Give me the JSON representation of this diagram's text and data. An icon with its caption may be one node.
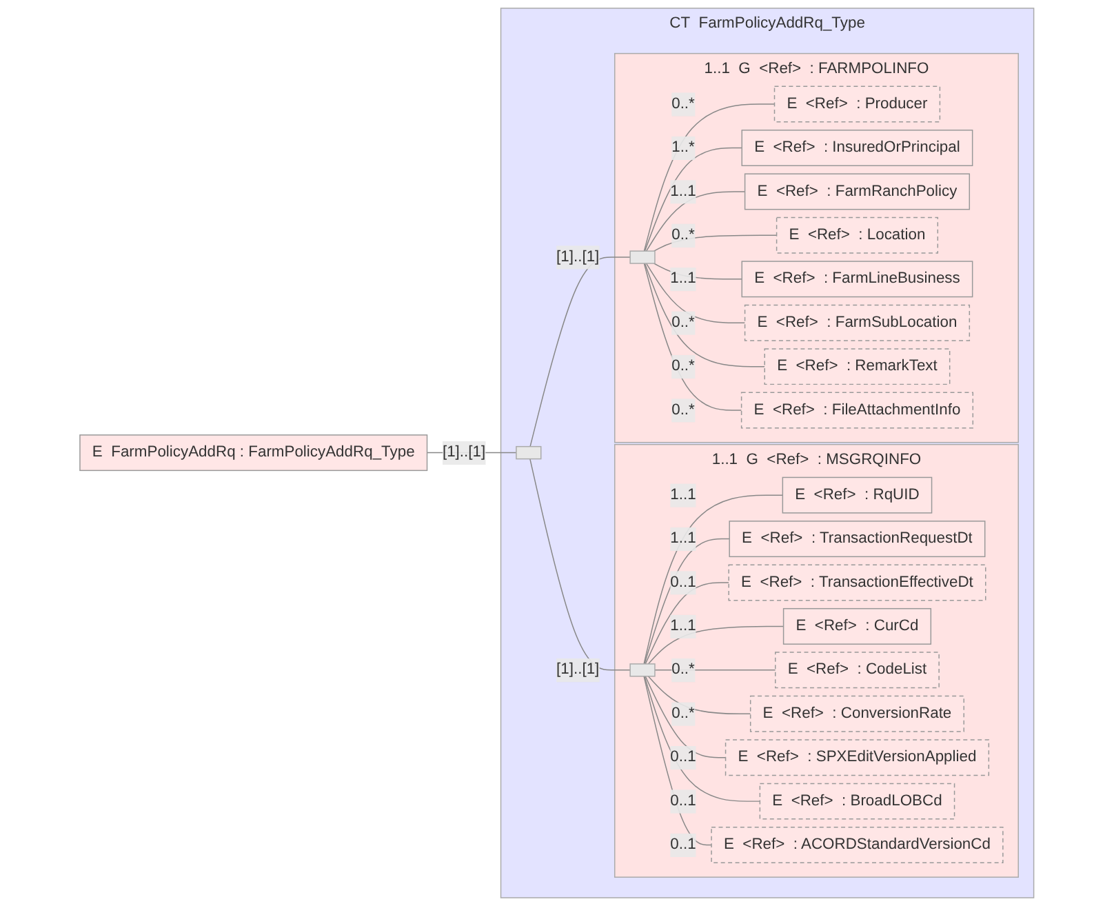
{
  "diagram": {
    "nodes": [
      {
        "text": [
          "E",
          "FarmPolicyAddRq : FarmPolicyAddRq_Type"
        ]
      },
      {
        "text": [
          "CT",
          "FarmPolicyAddRq_Type"
        ]
      },
      {
        "text": [],
        "shape": "bar",
        "in": 1
      },
      {
        "text": [
          "G",
          "<Ref>",
          ": MSGRQINFO"
        ],
        "beside": [
          "1..1"
        ],
        "in": 1
      },
      {
        "text": [],
        "shape": "bar",
        "in": 3
      },
      {
        "text": [
          "E",
          "<Ref>",
          ": RqUID"
        ],
        "in": 3
      },
      {
        "text": [
          "E",
          "<Ref>",
          ": TransactionRequestDt"
        ],
        "in": 3
      },
      {
        "text": [
          "E",
          "<Ref>",
          ": TransactionEffectiveDt"
        ],
        "in": 3
      },
      {
        "text": [
          "E",
          "<Ref>",
          ": CurCd"
        ],
        "in": 3
      },
      {
        "text": [
          "E",
          "<Ref>",
          ": CodeList"
        ],
        "in": 3
      },
      {
        "text": [
          "E",
          "<Ref>",
          ": ConversionRate"
        ],
        "in": 3
      },
      {
        "text": [
          "E",
          "<Ref>",
          ": SPXEditVersionApplied"
        ],
        "in": 3
      },
      {
        "text": [
          "E",
          "<Ref>",
          ": BroadLOBCd"
        ],
        "in": 3
      },
      {
        "text": [
          "E",
          "<Ref>",
          ": ACORDStandardVersionCd"
        ],
        "in": 3
      },
      {
        "text": [
          "G",
          "<Ref>",
          ": FARMPOLINFO"
        ],
        "beside": [
          "1..1"
        ],
        "in": 1
      },
      {
        "text": [],
        "shape": "bar",
        "in": 14
      },
      {
        "text": [
          "E",
          "<Ref>",
          ": Producer"
        ],
        "in": 14
      },
      {
        "text": [
          "E",
          "<Ref>",
          ": InsuredOrPrincipal"
        ],
        "in": 14
      },
      {
        "text": [
          "E",
          "<Ref>",
          ": FarmRanchPolicy"
        ],
        "in": 14
      },
      {
        "text": [
          "E",
          "<Ref>",
          ": Location"
        ],
        "in": 14
      },
      {
        "text": [
          "E",
          "<Ref>",
          ": FarmLineBusiness"
        ],
        "in": 14
      },
      {
        "text": [
          "E",
          "<Ref>",
          ": FarmSubLocation"
        ],
        "in": 14
      },
      {
        "text": [
          "E",
          "<Ref>",
          ": RemarkText"
        ],
        "in": 14
      },
      {
        "text": [
          "E",
          "<Ref>",
          ": FileAttachmentInfo"
        ],
        "in": 14
      }
    ],
    "edges": [
      {
        "from": 0,
        "to": 2,
        "arrow": "none",
        "label": "[1]..[1]"
      },
      {
        "from": 2,
        "to": 4,
        "arrow": "none",
        "label": "[1]..[1]"
      },
      {
        "from": 4,
        "to": 5,
        "arrow": "none",
        "label": "1..1"
      },
      {
        "from": 4,
        "to": 6,
        "arrow": "none",
        "label": "1..1"
      },
      {
        "from": 4,
        "to": 7,
        "arrow": "none",
        "label": "0..1"
      },
      {
        "from": 4,
        "to": 8,
        "arrow": "none",
        "label": "1..1"
      },
      {
        "from": 4,
        "to": 9,
        "arrow": "none",
        "label": "0..*"
      },
      {
        "from": 4,
        "to": 10,
        "arrow": "none",
        "label": "0..*"
      },
      {
        "from": 4,
        "to": 11,
        "arrow": "none",
        "label": "0..1"
      },
      {
        "from": 4,
        "to": 12,
        "arrow": "none",
        "label": "0..1"
      },
      {
        "from": 4,
        "to": 13,
        "arrow": "none",
        "label": "0..1"
      },
      {
        "from": 2,
        "to": 15,
        "arrow": "none",
        "label": "[1]..[1]"
      },
      {
        "from": 15,
        "to": 16,
        "arrow": "none",
        "label": "0..*"
      },
      {
        "from": 15,
        "to": 17,
        "arrow": "none",
        "label": "1..*"
      },
      {
        "from": 15,
        "to": 18,
        "arrow": "none",
        "label": "1..1"
      },
      {
        "from": 15,
        "to": 19,
        "arrow": "none",
        "label": "0..*"
      },
      {
        "from": 15,
        "to": 20,
        "arrow": "none",
        "label": "1..1"
      },
      {
        "from": 15,
        "to": 21,
        "arrow": "none",
        "label": "0..*"
      },
      {
        "from": 15,
        "to": 22,
        "arrow": "none",
        "label": "0..*"
      },
      {
        "from": 15,
        "to": 23,
        "arrow": "none",
        "label": "0..*"
      }
    ]
  }
}
